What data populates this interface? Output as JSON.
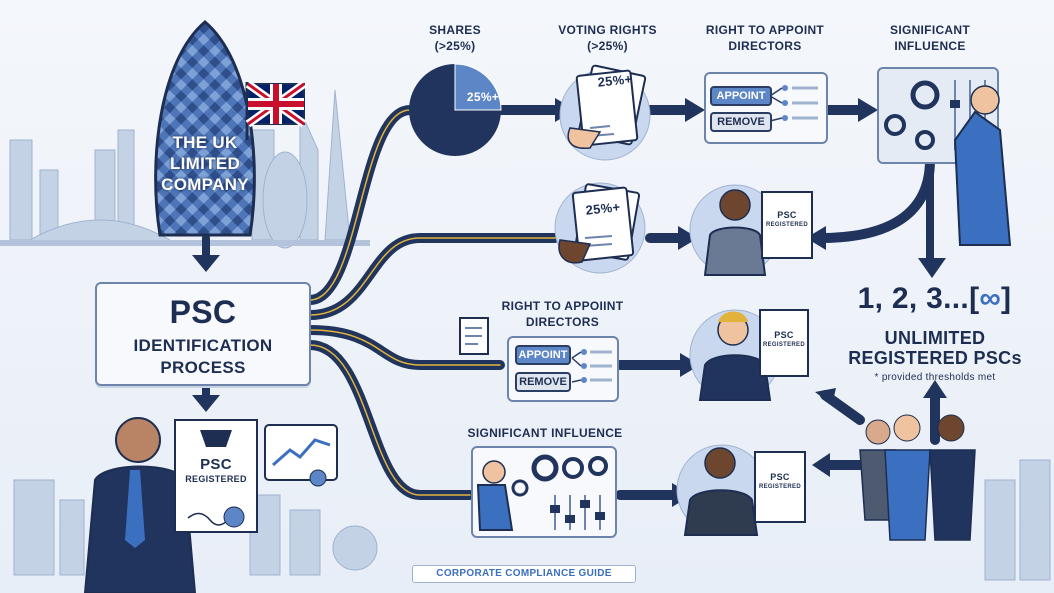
{
  "company": {
    "title_lines": [
      "THE UK",
      "LIMITED",
      "COMPANY"
    ]
  },
  "process": {
    "line1": "PSC",
    "line2": "IDENTIFICATION",
    "line3": "PROCESS"
  },
  "conditions_top": [
    {
      "label_lines": [
        "SHARES",
        "(>25%)"
      ],
      "icon": "pie-chart-icon",
      "value": "25%+"
    },
    {
      "label_lines": [
        "VOTING RIGHTS",
        "(>25%)"
      ],
      "icon": "document-icon",
      "value": "25%+"
    },
    {
      "label_lines": [
        "RIGHT TO APPOINT",
        "DIRECTORS"
      ],
      "icon": "appoint-panel-icon"
    },
    {
      "label_lines": [
        "SIGNIFICANT",
        "INFLUENCE"
      ],
      "icon": "control-panel-icon"
    }
  ],
  "voting_doc_mid": {
    "value": "25%+"
  },
  "appoint_mid": {
    "label_lines": [
      "RIGHT TO APPOIINT",
      "DIRECTORS"
    ]
  },
  "buttons": {
    "appoint": "APPOINT",
    "remove": "REMOVE"
  },
  "influence_mid": {
    "label": "SIGNIFICANT INFLUENCE"
  },
  "certificate": {
    "line1": "PSC",
    "line2": "REGISTERED"
  },
  "result": {
    "count": "1, 2, 3...",
    "symbol": "∞",
    "line1": "UNLIMITED",
    "line2": "REGISTERED PSCs",
    "note": "* provided thresholds met"
  },
  "footer": {
    "label": "CORPORATE COMPLIANCE GUIDE"
  },
  "colors": {
    "navy": "#1d2e52",
    "accent": "#5d86c6",
    "light": "#c9d8ef",
    "gold": "#e2b33c",
    "flag_red": "#c8102e"
  }
}
